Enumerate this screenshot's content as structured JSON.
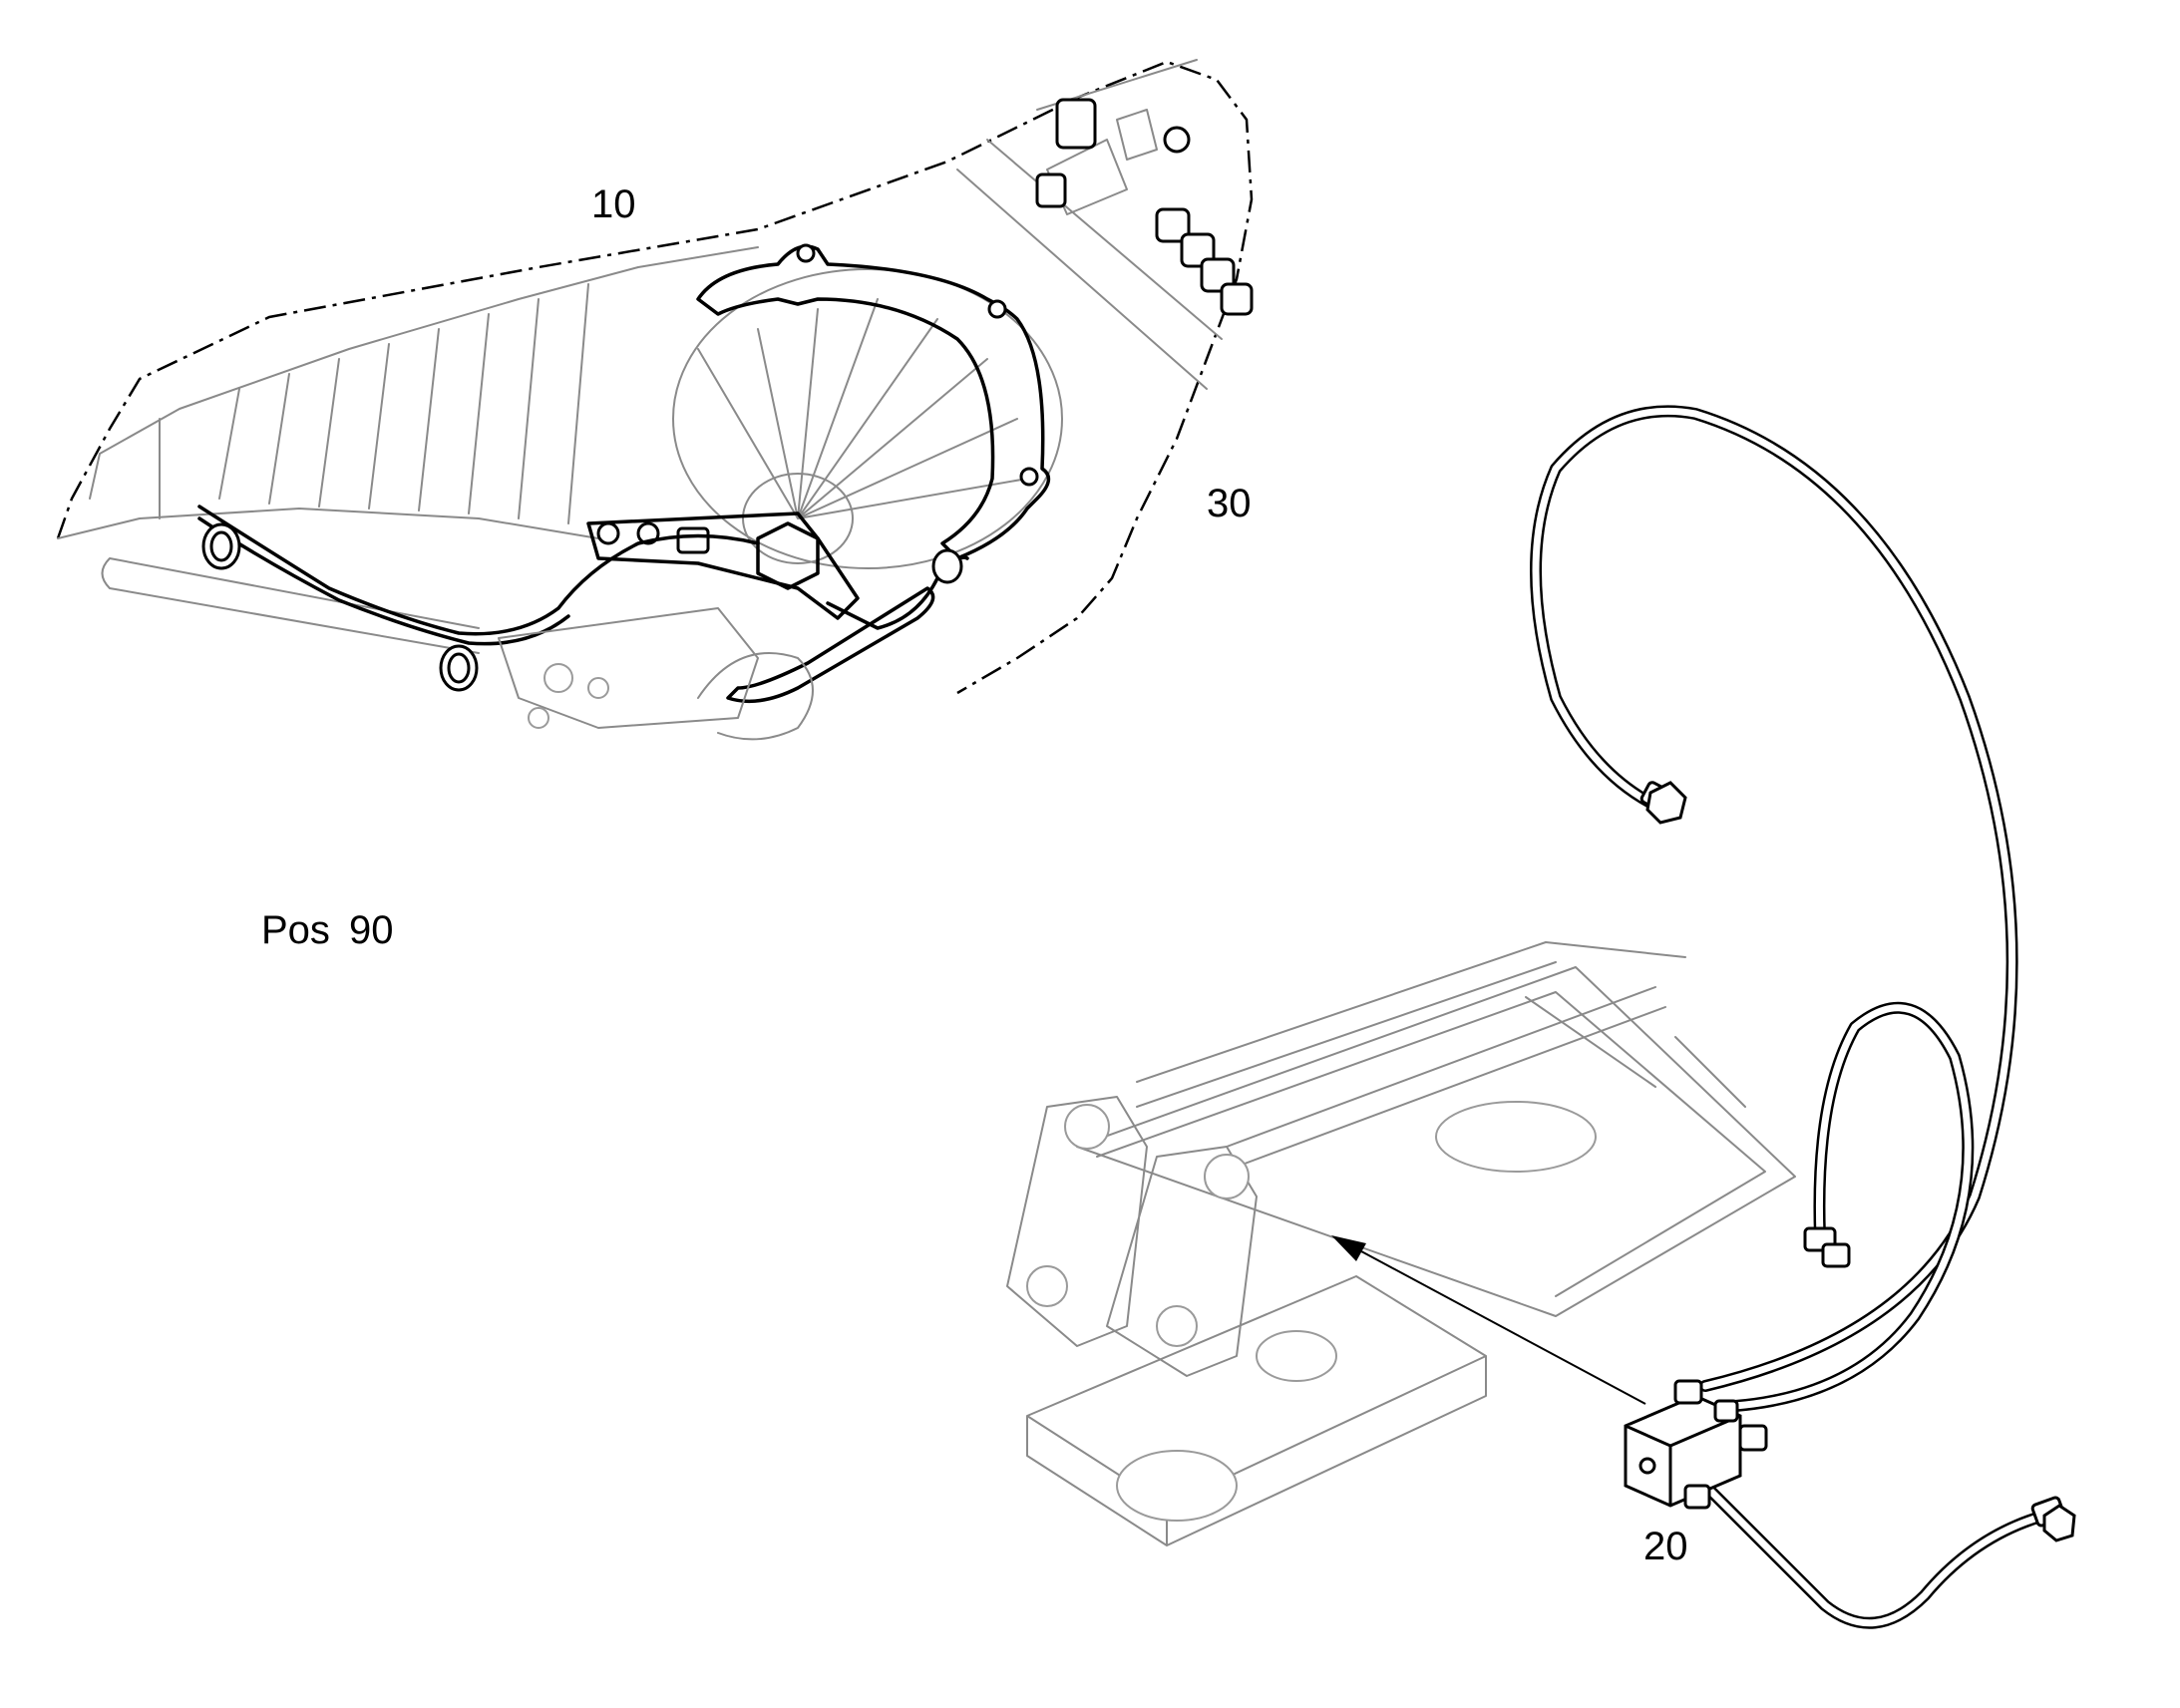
{
  "callouts": {
    "item_10": "10",
    "item_20": "20",
    "item_30": "30",
    "position": "Pos 90"
  },
  "colors": {
    "line": "#000000",
    "ghost_line": "#8a8a8a",
    "background": "#ffffff"
  }
}
